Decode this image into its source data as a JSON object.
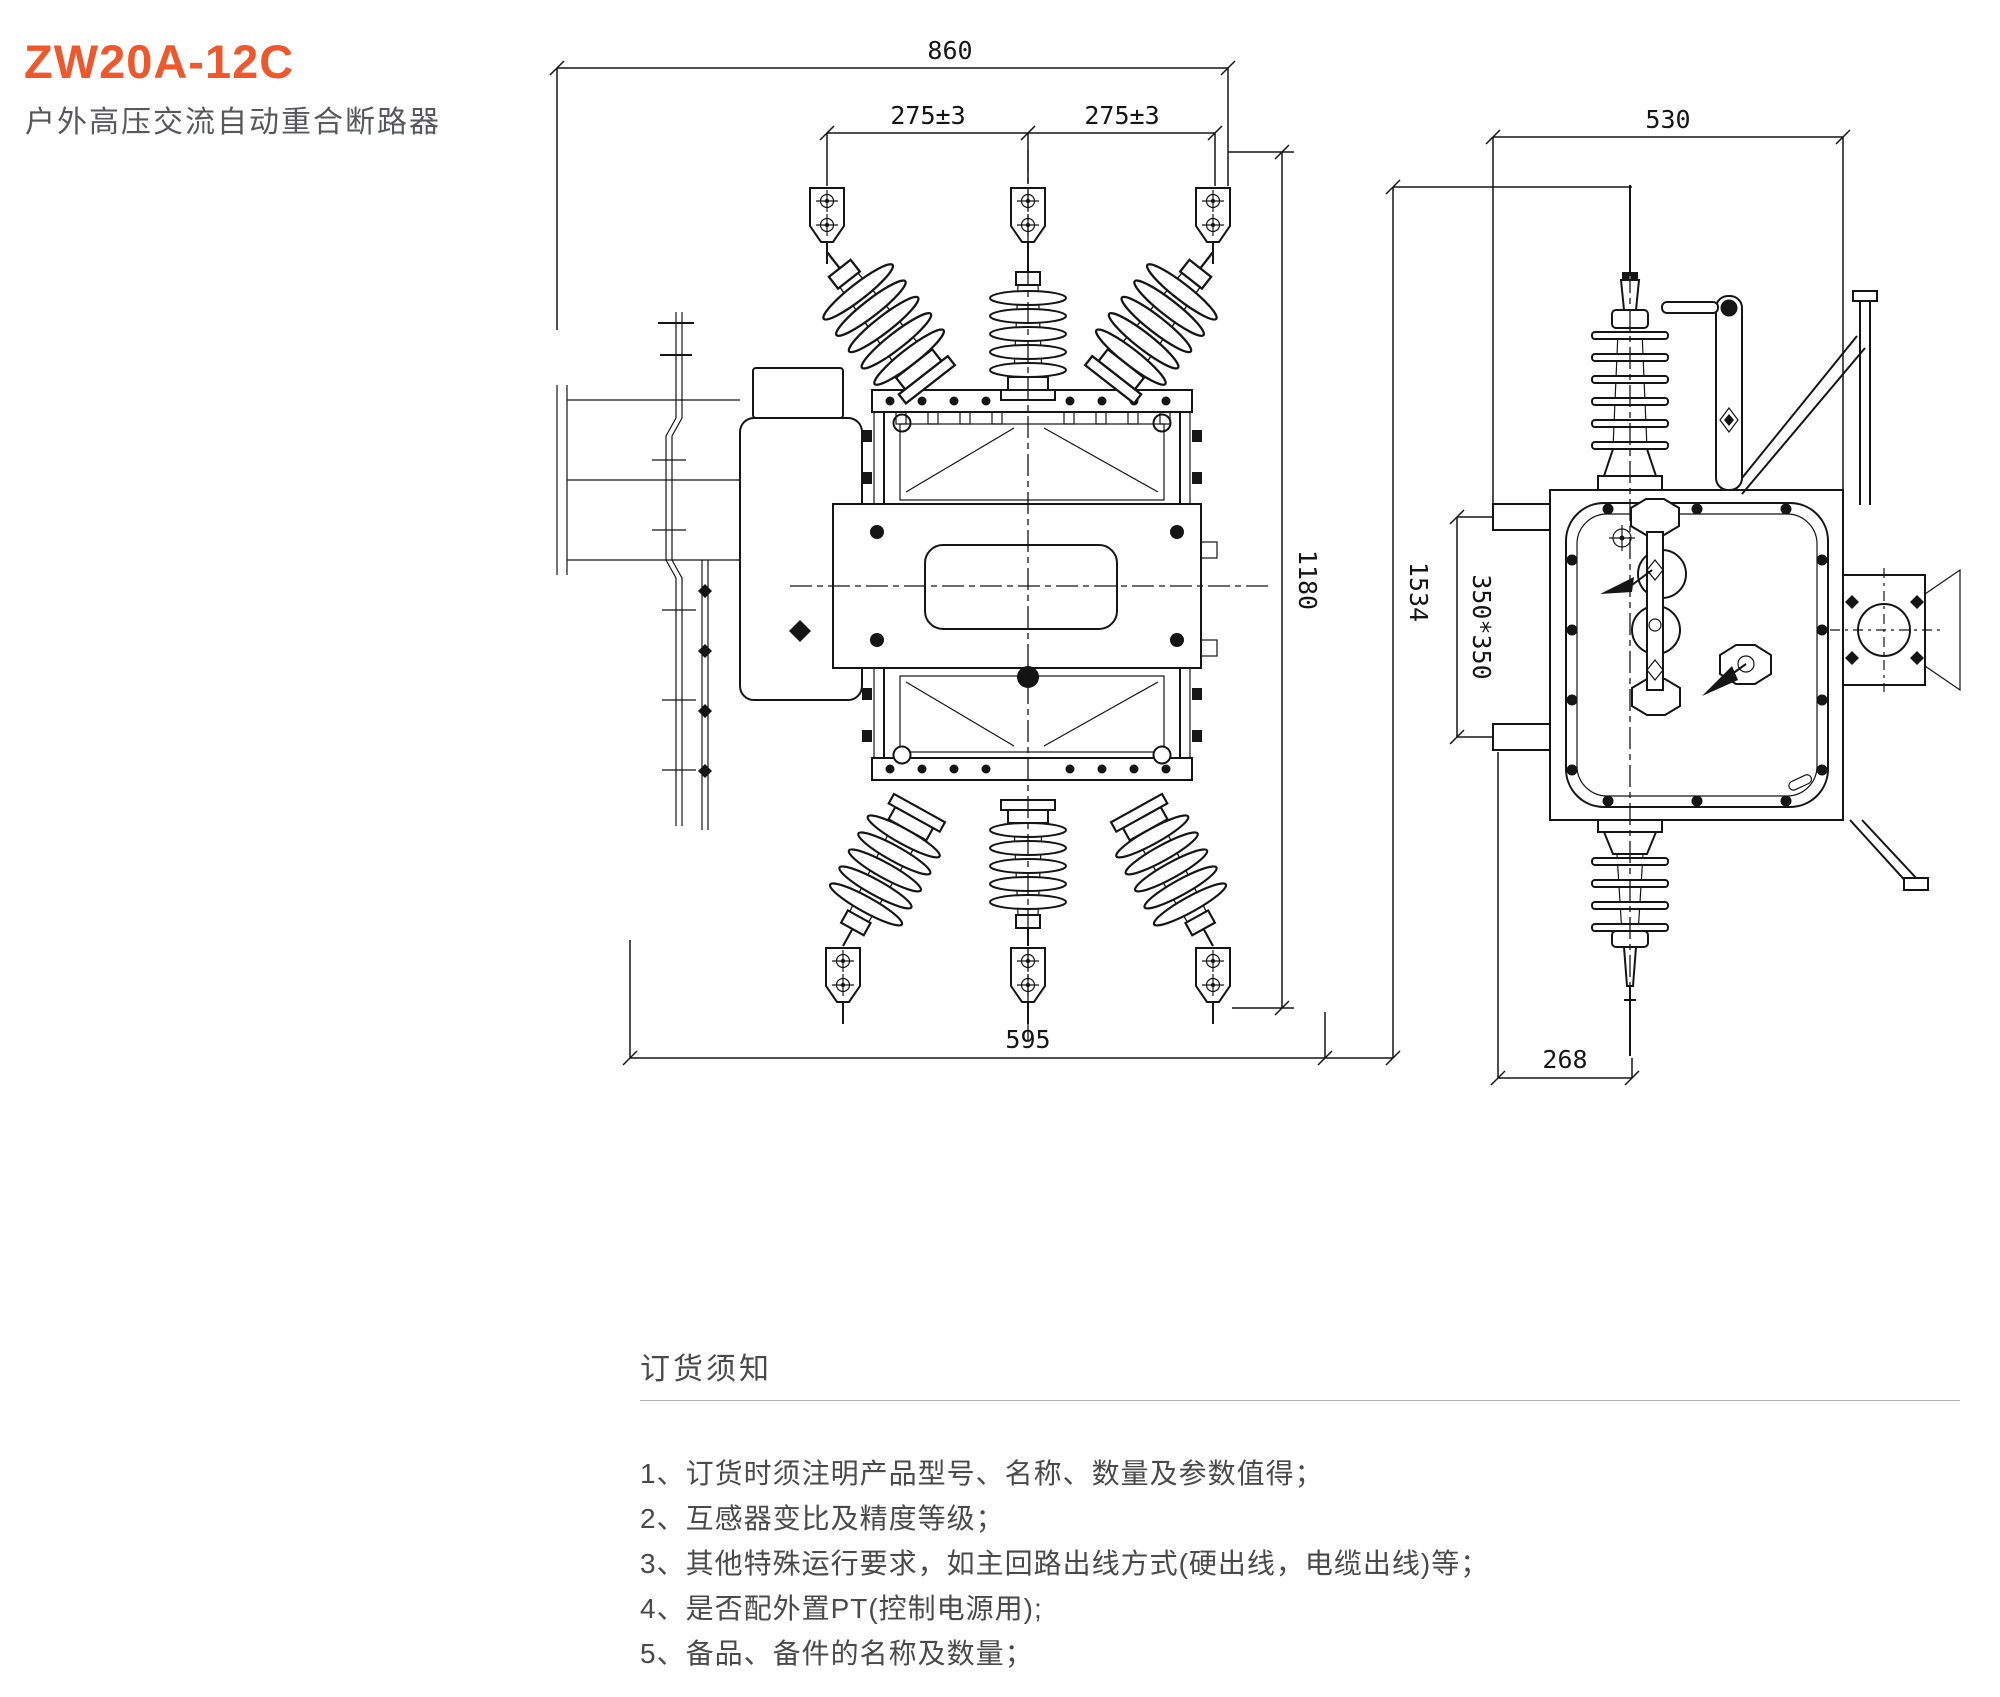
{
  "header": {
    "model": "ZW20A-12C",
    "product_name": "户外高压交流自动重合断路器"
  },
  "colors": {
    "accent_orange": "#F0572B",
    "subtitle_gray": "#57585A",
    "body_text_gray": "#4A4A4A",
    "drawing_line": "#151515",
    "rule_gray": "#B0B0B0"
  },
  "dimensions": {
    "front": {
      "overall_width": "860",
      "phase_spacing_left": "275±3",
      "phase_spacing_right": "275±3",
      "overall_height": "1180",
      "base_width": "595"
    },
    "side": {
      "overall_width": "530",
      "overall_height": "1534",
      "mounting_flange": "350*350",
      "base_offset": "268"
    }
  },
  "notes": {
    "heading": "订货须知",
    "items": [
      "1、订货时须注明产品型号、名称、数量及参数值得；",
      "2、互感器变比及精度等级；",
      "3、其他特殊运行要求，如主回路出线方式(硬出线，电缆出线)等；",
      "4、是否配外置PT(控制电源用);",
      "5、备品、备件的名称及数量；"
    ]
  }
}
